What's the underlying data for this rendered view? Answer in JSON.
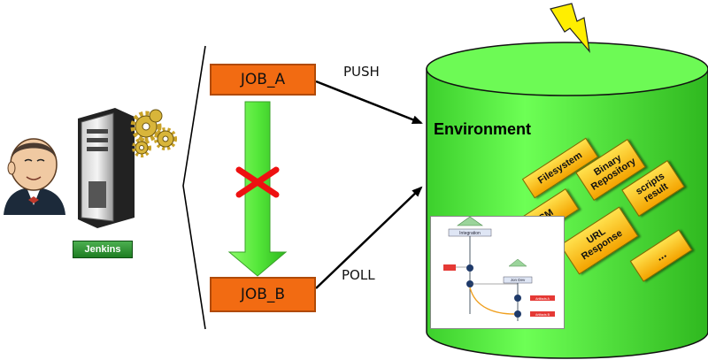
{
  "jobs": {
    "job_a": "JOB_A",
    "job_b": "JOB_B"
  },
  "edges": {
    "push": "PUSH",
    "poll": "POLL"
  },
  "environment": {
    "title": "Environment",
    "tags": [
      "Filesystem",
      "Binary Repository",
      "scripts result",
      "SCM",
      "URL Response",
      "..."
    ]
  },
  "jenkins": {
    "label": "Jenkins"
  },
  "thumbnail": {
    "top_node": "Integration",
    "node_dev": "Jon Dev",
    "artifact_a": "Artifacts A",
    "artifact_b": "Artifacts B"
  },
  "colors": {
    "job_fill": "#f26b12",
    "cylinder": "#5cf04a",
    "down_arrow": "#66ee44",
    "cross": "#ee1111",
    "tag": "#f4b400"
  },
  "icons": [
    "jenkins-butler-icon",
    "server-tower-icon",
    "gears-icon",
    "lightning-icon",
    "red-cross-icon"
  ]
}
